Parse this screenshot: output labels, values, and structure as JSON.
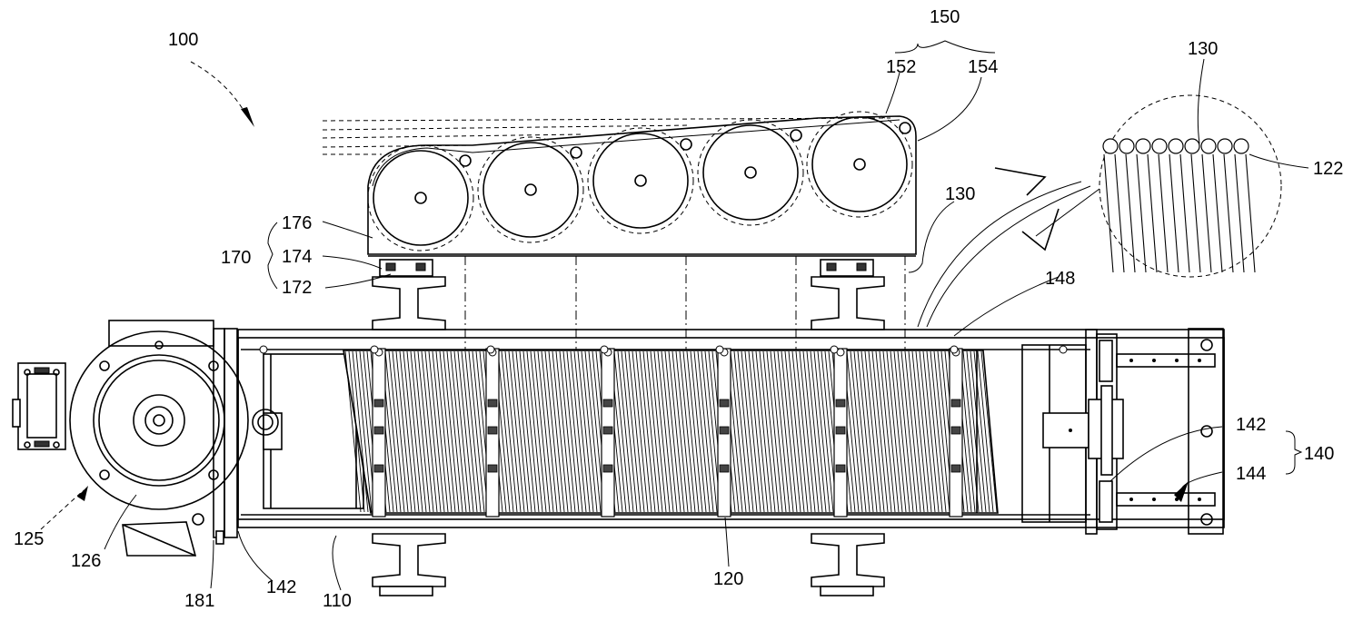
{
  "figure": {
    "type": "patent-drawing",
    "reference_numerals": {
      "apparatus": "100",
      "spool_assembly": "150",
      "spool_a": "152",
      "spool_b": "154",
      "wire_top": "130",
      "wire_mid": "130",
      "wire_guide": "122",
      "support_group": "170",
      "support_176": "176",
      "support_174": "174",
      "support_172": "172",
      "rail_148": "148",
      "clamp_142_right": "142",
      "clamp_144": "144",
      "tension_group": "140",
      "motor_unit": "125",
      "motor_126": "126",
      "part_181": "181",
      "clamp_142_left": "142",
      "frame_110": "110",
      "drum_120": "120"
    }
  }
}
